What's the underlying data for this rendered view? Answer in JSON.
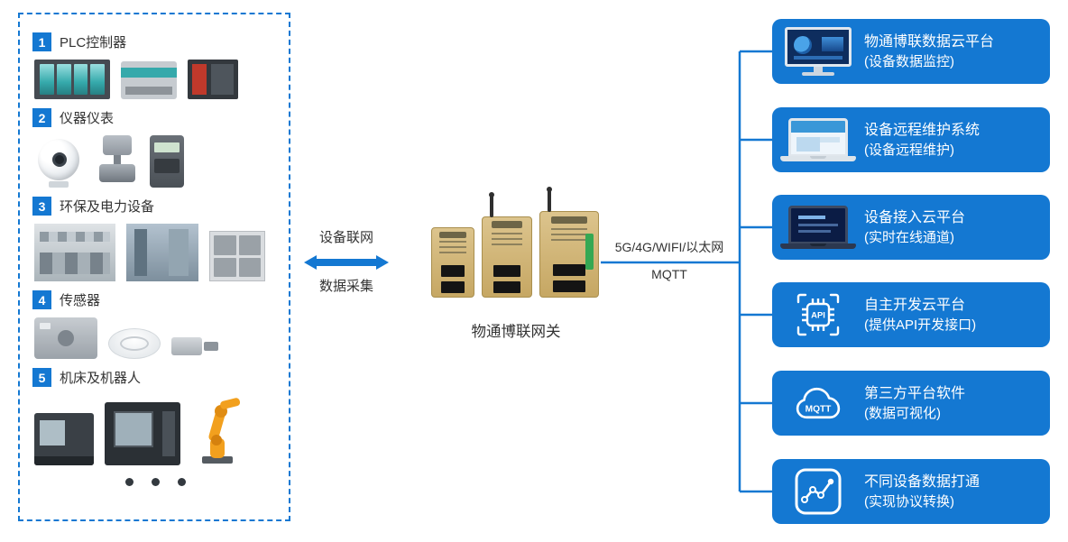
{
  "colors": {
    "accent_blue": "#1478d2"
  },
  "left_panel": {
    "categories": [
      {
        "num": "1",
        "label": "PLC控制器"
      },
      {
        "num": "2",
        "label": "仪器仪表"
      },
      {
        "num": "3",
        "label": "环保及电力设备"
      },
      {
        "num": "4",
        "label": "传感器"
      },
      {
        "num": "5",
        "label": "机床及机器人"
      }
    ]
  },
  "middle": {
    "arrow_label_top": "设备联网",
    "arrow_label_bottom": "数据采集",
    "gateway_label": "物通博联网关",
    "link_label_top": "5G/4G/WIFI/以太网",
    "link_label_bottom": "MQTT"
  },
  "right_panel": {
    "platforms": [
      {
        "title": "物通博联数据云平台",
        "subtitle": "(设备数据监控)"
      },
      {
        "title": "设备远程维护系统",
        "subtitle": "(设备远程维护)"
      },
      {
        "title": "设备接入云平台",
        "subtitle": "(实时在线通道)"
      },
      {
        "title": "自主开发云平台",
        "subtitle": "(提供API开发接口)"
      },
      {
        "title": "第三方平台软件",
        "subtitle": "(数据可视化)"
      },
      {
        "title": "不同设备数据打通",
        "subtitle": "(实现协议转换)"
      }
    ],
    "icon_labels": {
      "api": "API",
      "mqtt": "MQTT"
    }
  }
}
